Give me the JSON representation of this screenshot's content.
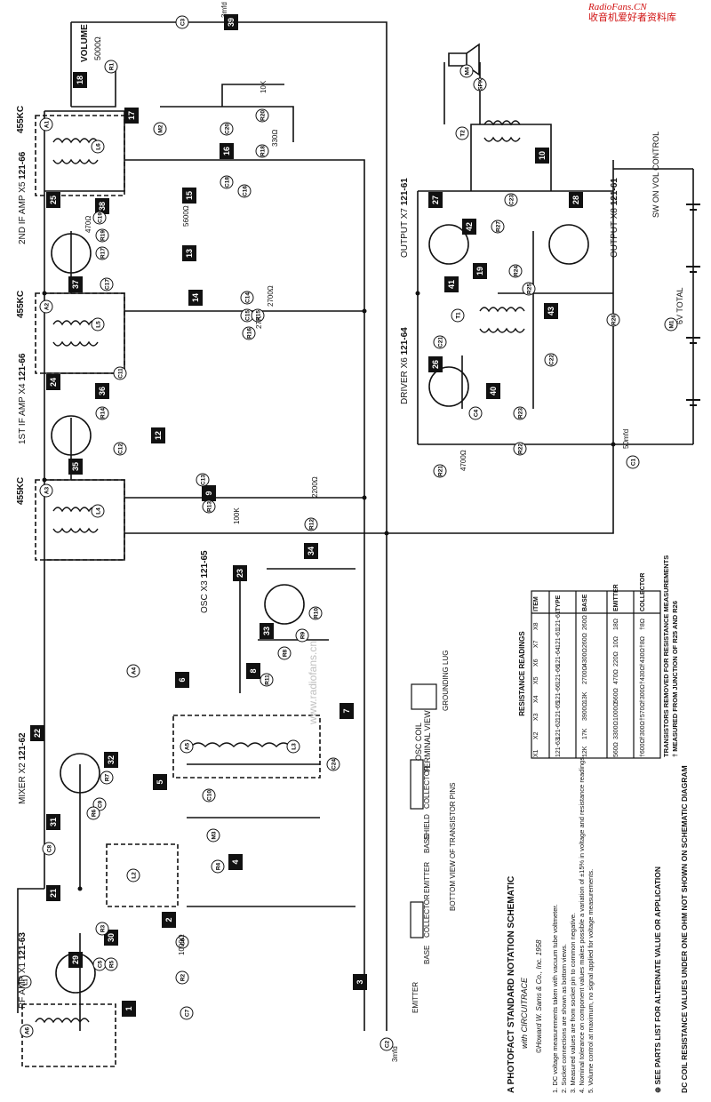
{
  "watermark": {
    "line1": "RadioFans.CN",
    "line2": "收音机爱好者资料库"
  },
  "center_watermark": "www.radiofans.cn",
  "stages": {
    "rf_amp": {
      "label": "RF AMP",
      "circle": "X1",
      "part": "121-63"
    },
    "mixer": {
      "label": "MIXER",
      "circle": "X2",
      "part": "121-62"
    },
    "osc": {
      "label": "OSC",
      "circle": "X3",
      "part": "121-65"
    },
    "if1": {
      "label": "1ST IF AMP",
      "circle": "X4",
      "part": "121-66"
    },
    "if2": {
      "label": "2ND IF AMP",
      "circle": "X5",
      "part": "121-66"
    },
    "driver": {
      "label": "DRIVER",
      "circle": "X6",
      "part": "121-64"
    },
    "out1": {
      "label": "OUTPUT",
      "circle": "X7",
      "part": "121-61"
    },
    "out2": {
      "label": "OUTPUT",
      "circle": "X8",
      "part": "121-61"
    }
  },
  "transformers": {
    "a1": "455KC",
    "a2": "455KC",
    "a3": "455KC"
  },
  "volume": {
    "label": "VOLUME",
    "value": "5000Ω"
  },
  "switch_label": "SW ON VOL CONTROL",
  "battery_label": "6V TOTAL",
  "test_points": [
    "1",
    "2",
    "3",
    "4",
    "5",
    "6",
    "7",
    "8",
    "9",
    "10",
    "12",
    "13",
    "14",
    "15",
    "16",
    "17",
    "18",
    "19",
    "21",
    "22",
    "23",
    "24",
    "25",
    "26",
    "27",
    "28",
    "29",
    "30",
    "31",
    "32",
    "33",
    "34",
    "35",
    "36",
    "37",
    "38",
    "39",
    "40",
    "41",
    "42",
    "43"
  ],
  "component_labels": [
    "C1",
    "C2",
    "C3",
    "C4",
    "C5",
    "C6",
    "C7",
    "C8",
    "C9",
    "C10",
    "C11",
    "C12",
    "C13",
    "C14",
    "C15",
    "C16",
    "C17",
    "C18",
    "C19",
    "C20",
    "C21",
    "C22",
    "C23",
    "C24",
    "R1",
    "R2",
    "R3",
    "R4",
    "R5",
    "R6",
    "R7",
    "R8",
    "R9",
    "R10",
    "R11",
    "R12",
    "R13",
    "R14",
    "R15",
    "R16",
    "R17",
    "R18",
    "R19",
    "R20",
    "R21",
    "R22",
    "R23",
    "R24",
    "R25",
    "R26",
    "R27",
    "A1",
    "A2",
    "A3",
    "A4",
    "A5",
    "A6",
    "L1",
    "L2",
    "L3",
    "L4",
    "L5",
    "L6",
    "T1",
    "T2",
    "M1",
    "M2",
    "M3",
    "M4",
    "SPK"
  ],
  "values": {
    "c_3mfd_top": "3mfd",
    "c_3mfd_bottom": "3mfd",
    "c_50mfd": "50mfd",
    "r_10k": "10K",
    "r_330": "330Ω",
    "r_5600": "5600Ω",
    "r_470": "470Ω",
    "r_27k": "27K",
    "r_2700": "2700Ω",
    "r_2200": "2200Ω",
    "r_100k": "100K",
    "r_1000": "1000Ω",
    "r_4700": "4700Ω"
  },
  "osc_coil": {
    "title": "OSC COIL",
    "subtitle": "TERMINAL VIEW",
    "lug": "GROUNDING LUG"
  },
  "pins": {
    "title": "BOTTOM VIEW OF TRANSISTOR PINS",
    "labels": [
      "EMITTER",
      "BASE",
      "COLLECTOR",
      "EMITTER",
      "BASE",
      "COLLECTOR",
      "SHIELD"
    ]
  },
  "resistance": {
    "title": "RESISTANCE READINGS",
    "headers": [
      "ITEM",
      "TYPE",
      "BASE",
      "EMITTER",
      "COLLECTOR"
    ],
    "rows": [
      [
        "X1",
        "121-63",
        "12K",
        "560Ω",
        "†600Ω"
      ],
      [
        "X2",
        "121-62",
        "17K",
        "3300Ω",
        "†300Ω"
      ],
      [
        "X3",
        "121-65",
        "3900Ω",
        "1000Ω",
        "†570Ω"
      ],
      [
        "X4",
        "121-66",
        "13K",
        "560Ω",
        "†300Ω"
      ],
      [
        "X5",
        "121-66",
        "2700Ω",
        "470Ω",
        "†430Ω"
      ],
      [
        "X6",
        "121-64",
        "4300Ω",
        "220Ω",
        "†430Ω"
      ],
      [
        "X7",
        "121-61",
        "260Ω",
        "10Ω",
        "†8Ω"
      ],
      [
        "X8",
        "121-61",
        "260Ω",
        "18Ω",
        "†8Ω"
      ]
    ],
    "note1": "TRANSISTORS REMOVED FOR RESISTANCE MEASUREMENTS",
    "note2": "† MEASURED FROM JUNCTION OF R25 AND R26"
  },
  "notes": {
    "title": "A PHOTOFACT STANDARD NOTATION SCHEMATIC",
    "with": "with CIRCUITRACE",
    "copyright": "©Howard W. Sams & Co., Inc. 1958",
    "items": [
      "1. DC voltage measurements taken with vacuum tube voltmeter.",
      "2. Socket connections are shown as bottom views.",
      "3. Measured values are from socket pin to common negative.",
      "4. Nominal tolerance on component values makes possible a variation of ±15% in voltage and resistance readings.",
      "5. Volume control at maximum, no signal applied for voltage measurements."
    ],
    "footer1": "⊕ SEE PARTS LIST FOR ALTERNATE VALUE OR APPLICATION",
    "footer2": "DC COIL RESISTANCE VALUES UNDER ONE OHM NOT SHOWN ON SCHEMATIC DIAGRAM"
  }
}
